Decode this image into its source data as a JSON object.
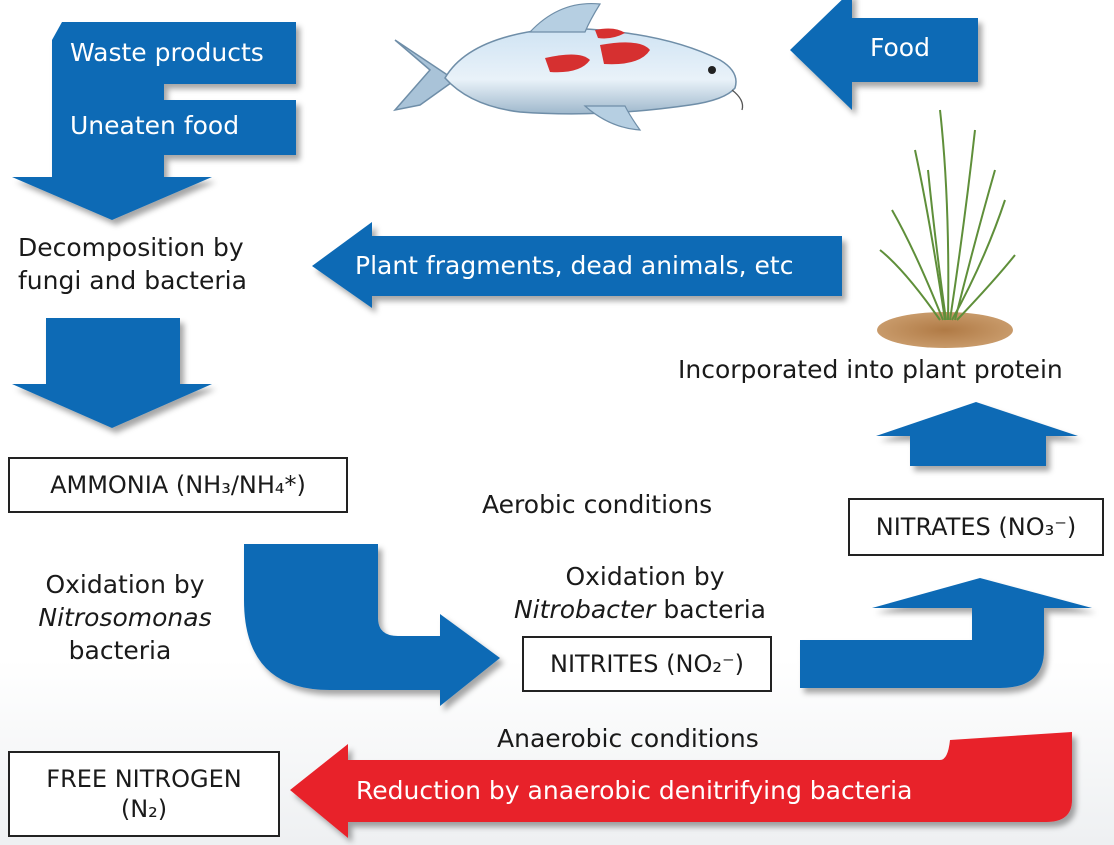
{
  "colors": {
    "blue": "#0e6bb5",
    "red": "#e8202a"
  },
  "labels": {
    "waste_products": "Waste products",
    "uneaten_food": "Uneaten food",
    "food": "Food",
    "decomposition_1": "Decomposition by",
    "decomposition_2": "fungi and bacteria",
    "plant_fragments": "Plant fragments, dead animals, etc",
    "incorporated": "Incorporated into plant protein",
    "aerobic": "Aerobic conditions",
    "oxidation_by": "Oxidation by",
    "nitrosomonas": "Nitrosomonas",
    "bacteria": "bacteria",
    "nitrobacter": "Nitrobacter",
    "anaerobic": "Anaerobic conditions",
    "reduction": "Reduction by anaerobic denitrifying bacteria"
  },
  "boxes": {
    "ammonia": "AMMONIA (NH₃/NH₄*)",
    "nitrites": "NITRITES (NO₂⁻)",
    "nitrates": "NITRATES (NO₃⁻)",
    "free_nitrogen_1": "FREE NITROGEN",
    "free_nitrogen_2": "(N₂)"
  }
}
